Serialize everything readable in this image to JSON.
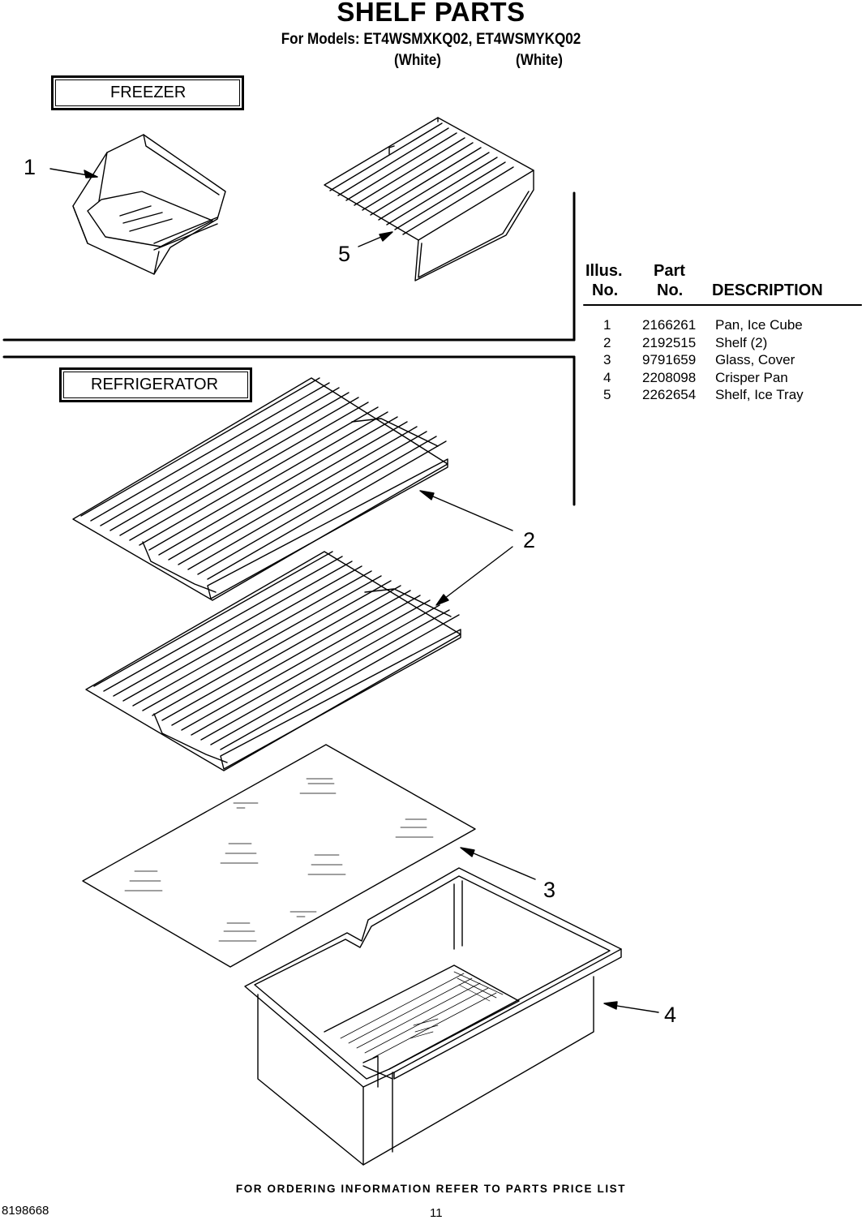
{
  "header": {
    "title": "SHELF PARTS",
    "models_line": "For Models: ET4WSMXKQ02, ET4WSMYKQ02",
    "variant_1": "(White)",
    "variant_2": "(White)"
  },
  "sections": {
    "freezer": "FREEZER",
    "refrigerator": "REFRIGERATOR"
  },
  "callouts": [
    "1",
    "5",
    "2",
    "3",
    "4"
  ],
  "parts_table": {
    "header": {
      "illus_1": "Illus.",
      "illus_2": "No.",
      "part_1": "Part",
      "part_2": "No.",
      "description": "DESCRIPTION"
    },
    "rows": [
      {
        "illus": "1",
        "part": "2166261",
        "description": "Pan, Ice Cube"
      },
      {
        "illus": "2",
        "part": "2192515",
        "description": "Shelf (2)"
      },
      {
        "illus": "3",
        "part": "9791659",
        "description": "Glass, Cover"
      },
      {
        "illus": "4",
        "part": "2208098",
        "description": "Crisper Pan"
      },
      {
        "illus": "5",
        "part": "2262654",
        "description": "Shelf, Ice Tray"
      }
    ]
  },
  "footer": {
    "ordering_note": "FOR ORDERING INFORMATION REFER TO PARTS PRICE LIST",
    "doc_number": "8198668",
    "page_number": "11"
  }
}
